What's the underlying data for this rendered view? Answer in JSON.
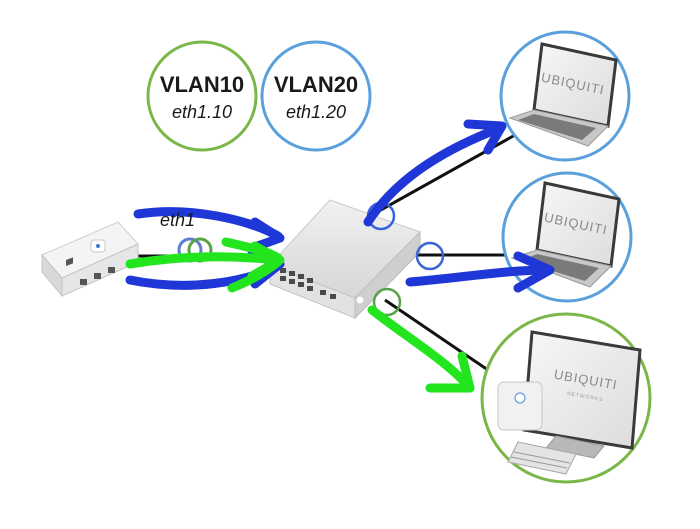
{
  "vlans": [
    {
      "name": "VLAN10",
      "interface": "eth1.10",
      "color": "#7ab648"
    },
    {
      "name": "VLAN20",
      "interface": "eth1.20",
      "color": "#5aa0dc"
    }
  ],
  "trunk": {
    "label": "eth1"
  },
  "devices": [
    {
      "type": "router"
    },
    {
      "type": "switch"
    },
    {
      "type": "laptop",
      "brand": "UBIQUITI",
      "vlan": "VLAN20"
    },
    {
      "type": "laptop",
      "brand": "UBIQUITI",
      "vlan": "VLAN20"
    },
    {
      "type": "desktop",
      "brand": "UBIQUITI",
      "sub_brand": "NETWORKS",
      "vlan": "VLAN10"
    }
  ],
  "colors": {
    "blue_arrow": "#1f37d6",
    "green_arrow": "#22e51e",
    "cable": "#111111"
  }
}
